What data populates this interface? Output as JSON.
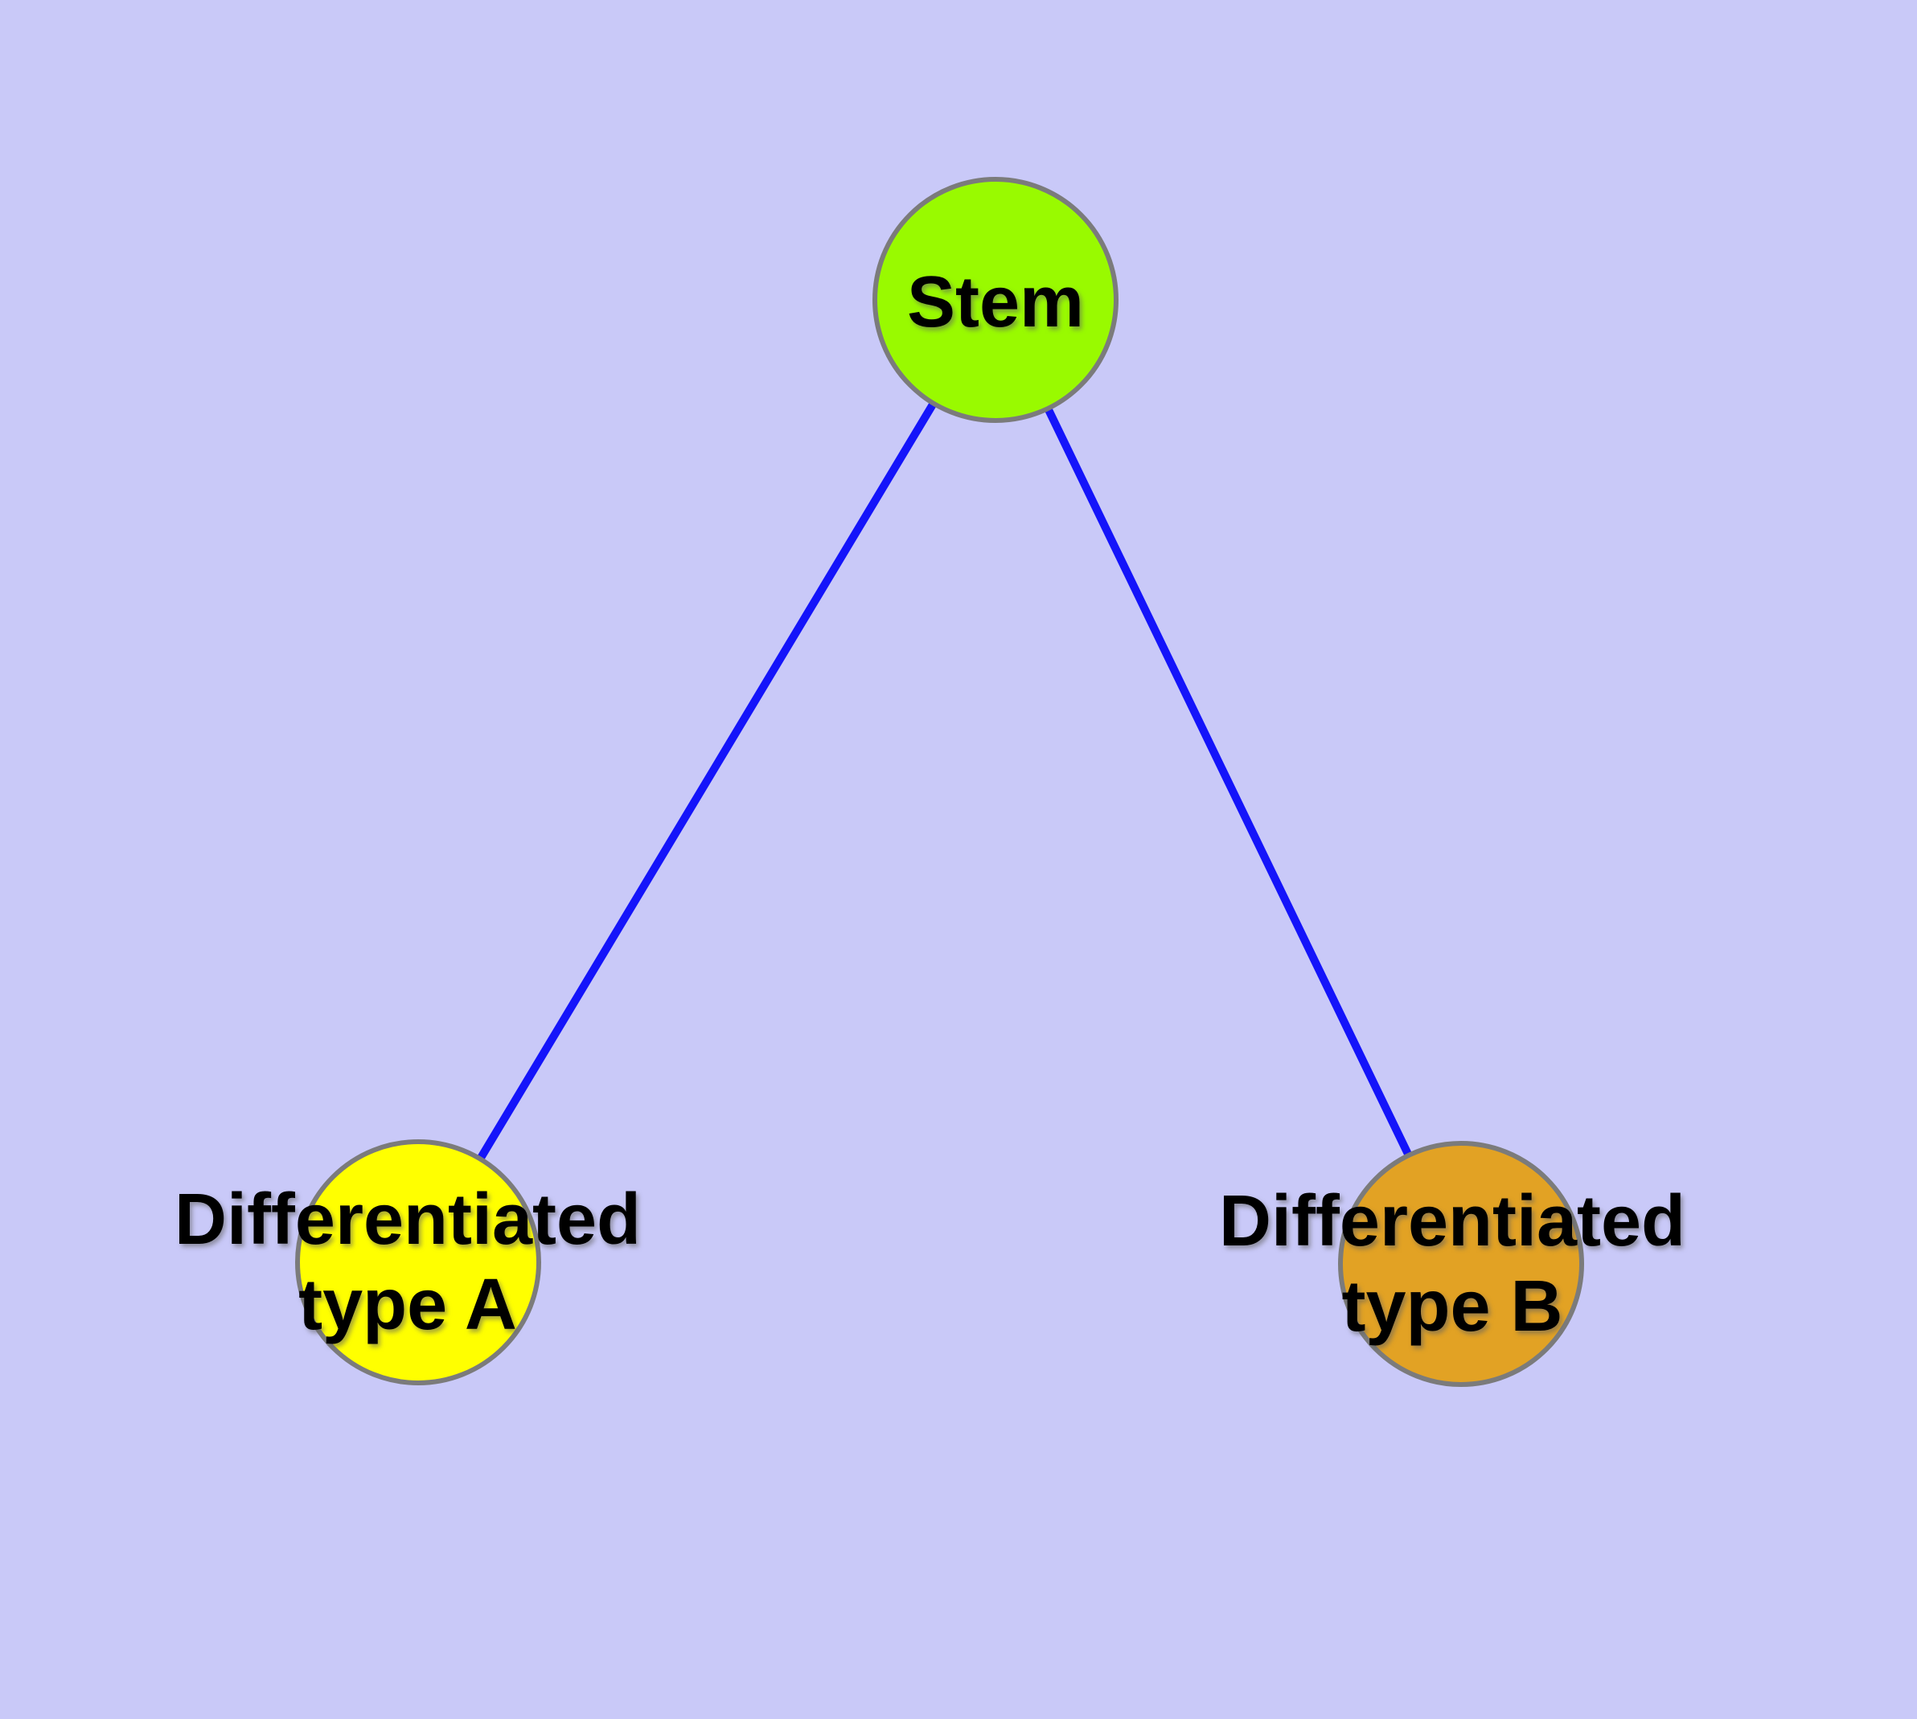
{
  "diagram": {
    "type": "node-link-graph",
    "colors": {
      "background": "#C9C9F8",
      "edge": "#1414FA",
      "node_border": "#7B7B7B",
      "label_text": "#000000"
    },
    "nodes": {
      "stem": {
        "label": "Stem",
        "fill": "#99FA00"
      },
      "type_a": {
        "label_line1": "Differentiated",
        "label_line2": "type A",
        "label_full": "Differentiated type A",
        "fill": "#FFFF00"
      },
      "type_b": {
        "label_line1": "Differentiated",
        "label_line2": "type B",
        "label_full": "Differentiated type B",
        "fill": "#E2A224"
      }
    },
    "edges": [
      {
        "from": "Stem",
        "to": "Differentiated type A"
      },
      {
        "from": "Stem",
        "to": "Differentiated type B"
      }
    ]
  }
}
